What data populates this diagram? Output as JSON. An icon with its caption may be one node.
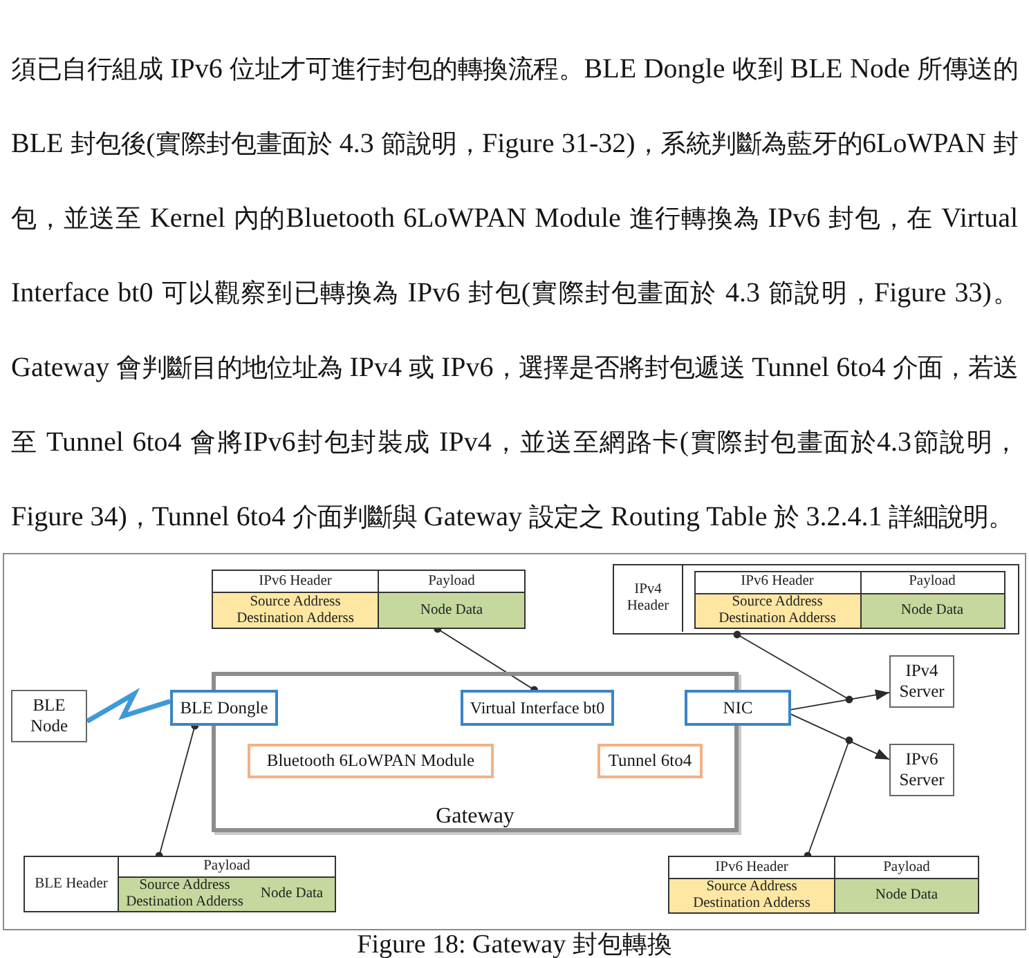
{
  "diagram": {
    "caption": "Figure 18: Gateway 封包轉換",
    "nodes": [
      {
        "text": [
          "IPv6 Header",
          "Payload",
          "Source Address Destination Adderss",
          "Node Data"
        ]
      },
      {
        "text": [
          "IPv4 Header"
        ]
      },
      {
        "text": [
          "IPv6 Header",
          "Payload",
          "Source Address Destination Adderss",
          "Node Data"
        ],
        "in": 1
      },
      {
        "text": [
          "IPv4 Server"
        ]
      },
      {
        "text": [
          "Gateway"
        ]
      },
      {
        "text": [
          "BLE Node"
        ]
      },
      {
        "text": [
          "BLE Dongle"
        ]
      },
      {
        "text": [
          "Virtual Interface bt0"
        ],
        "in": 4
      },
      {
        "text": [
          "NIC"
        ]
      },
      {
        "text": [
          "Bluetooth 6LoWPAN Module"
        ],
        "in": 4
      },
      {
        "text": [
          "Tunnel 6to4"
        ],
        "in": 4
      },
      {
        "text": [
          "IPv6 Server"
        ]
      },
      {
        "text": [
          "BLE Header",
          "Payload",
          "Source Address Destination Adderss",
          "Node Data"
        ]
      },
      {
        "text": [
          "IPv6 Header",
          "Payload",
          "Source Address Destination Adderss",
          "Node Data"
        ]
      }
    ],
    "edges": [
      {
        "from": 5,
        "to": 6,
        "arrow": "none",
        "style": "thick",
        "color": "#3d9ad8"
      },
      {
        "from": 0,
        "to": 7,
        "arrow": "other"
      },
      {
        "from": 12,
        "to": 6,
        "arrow": "other"
      },
      {
        "from": 8,
        "to": 3,
        "arrow": "to"
      },
      {
        "from": 1,
        "to": null,
        "arrow": "other"
      },
      {
        "from": 8,
        "to": 11,
        "arrow": "to"
      },
      {
        "from": 13,
        "to": null,
        "arrow": "other"
      }
    ],
    "labels": [
      "須已自行組成 IPv6 位址才可進行封包的轉換流程。BLE Dongle 收到 BLE Node 所傳送的BLE 封包後(實際封包畫面於 4.3 節說明，Figure 31-32)，系統判斷為藍牙的6LoWPAN 封包，並送至 Kernel 內的Bluetooth 6LoWPAN Module 進行轉換為 IPv6 封包，在 Virtual Interface bt0 可以觀察到已轉換為 IPv6 封包(實際封包畫面於 4.3 節說明，Figure 33)。Gateway 會判斷目的地位址為 IPv4 或 IPv6，選擇是否將封包遞送 Tunnel 6to4 介面，若送至 Tunnel 6to4 會將IPv6封包封裝成 IPv4，並送至網路卡(實際封包畫面於4.3節說明，Figure 34)，Tunnel 6to4 介面判斷與 Gateway 設定之 Routing Table 於 3.2.4.1 詳細說明。"
    ]
  }
}
